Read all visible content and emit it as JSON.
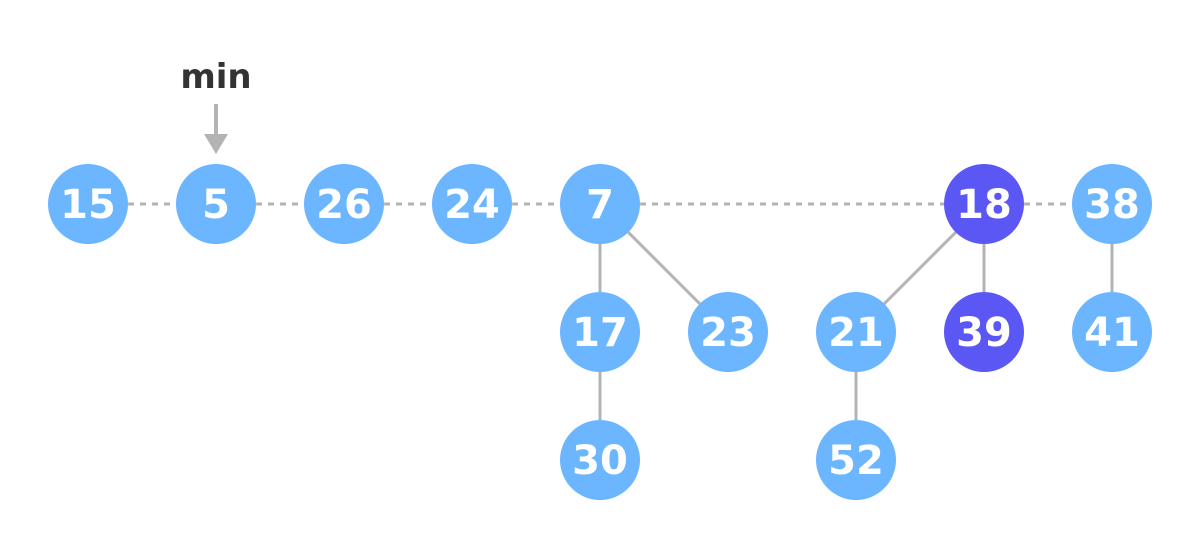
{
  "min_pointer": {
    "label": "min",
    "target": "5"
  },
  "colors": {
    "node_default": "#6cb6ff",
    "node_highlight": "#5b57f5",
    "edge": "#b3b3b3",
    "root_link": "#b3b3b3",
    "arrow": "#b3b3b3",
    "text": "#ffffff",
    "min_text": "#333333"
  },
  "nodes": [
    {
      "id": "n15",
      "value": "15",
      "highlight": false
    },
    {
      "id": "n5",
      "value": "5",
      "highlight": false
    },
    {
      "id": "n26",
      "value": "26",
      "highlight": false
    },
    {
      "id": "n24",
      "value": "24",
      "highlight": false
    },
    {
      "id": "n7",
      "value": "7",
      "highlight": false
    },
    {
      "id": "n17",
      "value": "17",
      "highlight": false
    },
    {
      "id": "n23",
      "value": "23",
      "highlight": false
    },
    {
      "id": "n30",
      "value": "30",
      "highlight": false
    },
    {
      "id": "n18",
      "value": "18",
      "highlight": true
    },
    {
      "id": "n21",
      "value": "21",
      "highlight": false
    },
    {
      "id": "n39",
      "value": "39",
      "highlight": true
    },
    {
      "id": "n52",
      "value": "52",
      "highlight": false
    },
    {
      "id": "n38",
      "value": "38",
      "highlight": false
    },
    {
      "id": "n41",
      "value": "41",
      "highlight": false
    }
  ],
  "root_list": [
    "n15",
    "n5",
    "n26",
    "n24",
    "n7",
    "n18",
    "n38"
  ],
  "edges": [
    {
      "from": "n7",
      "to": "n17"
    },
    {
      "from": "n7",
      "to": "n23"
    },
    {
      "from": "n17",
      "to": "n30"
    },
    {
      "from": "n18",
      "to": "n21"
    },
    {
      "from": "n18",
      "to": "n39"
    },
    {
      "from": "n21",
      "to": "n52"
    },
    {
      "from": "n38",
      "to": "n41"
    }
  ]
}
